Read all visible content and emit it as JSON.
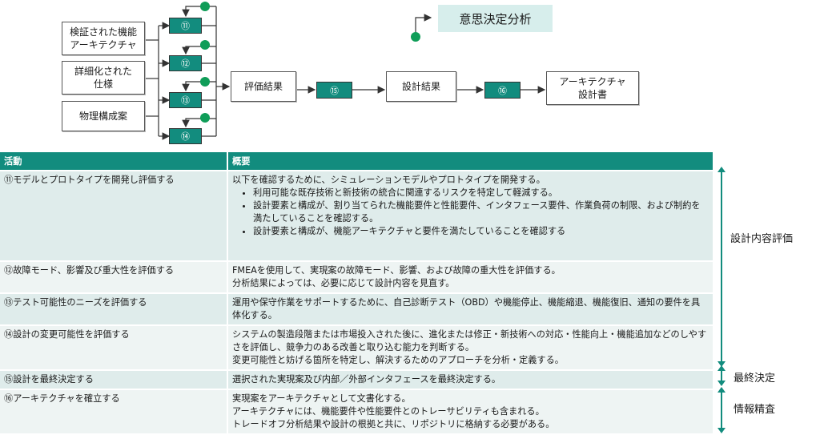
{
  "diagram": {
    "inputs": [
      "検証された機能\nアーキテクチャ",
      "詳細化された\n仕様",
      "物理構成案"
    ],
    "procs": [
      "⑪",
      "⑫",
      "⑬",
      "⑭",
      "⑮",
      "⑯"
    ],
    "outputs": [
      "評価結果",
      "設計結果",
      "アーキテクチャ\n設計書"
    ],
    "decision_label": "意思決定分析",
    "colors": {
      "process": "#128c7e",
      "dot": "#0f9d58",
      "decision_bg": "#d7eeec"
    }
  },
  "table": {
    "headers": [
      "活動",
      "概要"
    ],
    "rows": [
      {
        "activity": "⑪モデルとプロトタイプを開発し評価する",
        "intro": "以下を確認するために、シミュレーションモデルやプロトタイプを開発する。",
        "bullets": [
          "利用可能な既存技術と新技術の統合に関連するリスクを特定して軽減する。",
          "設計要素と構成が、割り当てられた機能要件と性能要件、インタフェース要件、作業負荷の制限、および制約を満たしていることを確認する。",
          "設計要素と構成が、機能アーキテクチャと要件を満たしていることを確認する"
        ]
      },
      {
        "activity": "⑫故障モード、影響及び重大性を評価する",
        "lines": [
          "FMEAを使用して、実現案の故障モード、影響、および故障の重大性を評価する。",
          "分析結果によっては、必要に応じて設計内容を見直す。"
        ]
      },
      {
        "activity": "⑬テスト可能性のニーズを評価する",
        "lines": [
          "運用や保守作業をサポートするために、自己診断テスト（OBD）や機能停止、機能縮退、機能復旧、通知の要件を具体化する。"
        ]
      },
      {
        "activity": "⑭設計の変更可能性を評価する",
        "lines": [
          "システムの製造段階または市場投入された後に、進化または修正・新技術への対応・性能向上・機能追加などのしやすさを評価し、競争力のある改善と取り込む能力を判断する。",
          "変更可能性と妨げる箇所を特定し、解決するためのアプローチを分析・定義する。"
        ]
      },
      {
        "activity": "⑮設計を最終決定する",
        "lines": [
          "選択された実現案及び内部／外部インタフェースを最終決定する。"
        ]
      },
      {
        "activity": "⑯アーキテクチャを確立する",
        "lines": [
          "実現案をアーキテクチャとして文書化する。",
          "アーキテクチャには、機能要件や性能要件とのトレーサビリティも含まれる。",
          "トレードオフ分析結果や設計の根拠と共に、リポジトリに格納する必要がある。"
        ]
      }
    ]
  },
  "side_labels": [
    "設計内容評価",
    "最終決定",
    "情報精査"
  ]
}
